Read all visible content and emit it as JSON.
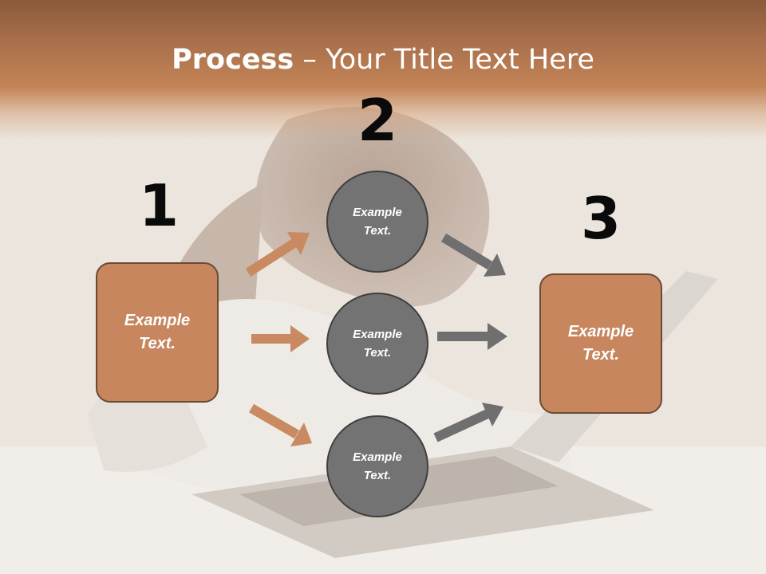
{
  "slide": {
    "title_bold": "Process",
    "title_rest": " – Your Title Text Here"
  },
  "steps": {
    "one": "1",
    "two": "2",
    "three": "3"
  },
  "left_box": {
    "text": "Example\nText."
  },
  "right_box": {
    "text": "Example\nText."
  },
  "circles": [
    {
      "text": "Example\nText."
    },
    {
      "text": "Example\nText."
    },
    {
      "text": "Example\nText."
    }
  ],
  "colors": {
    "accent_orange": "#c7865d",
    "accent_border": "#6b4a36",
    "circle_gray": "#737373",
    "arrow_orange": "#c98a62",
    "arrow_gray": "#6f6f6f",
    "banner_brown": "#a9704b"
  }
}
